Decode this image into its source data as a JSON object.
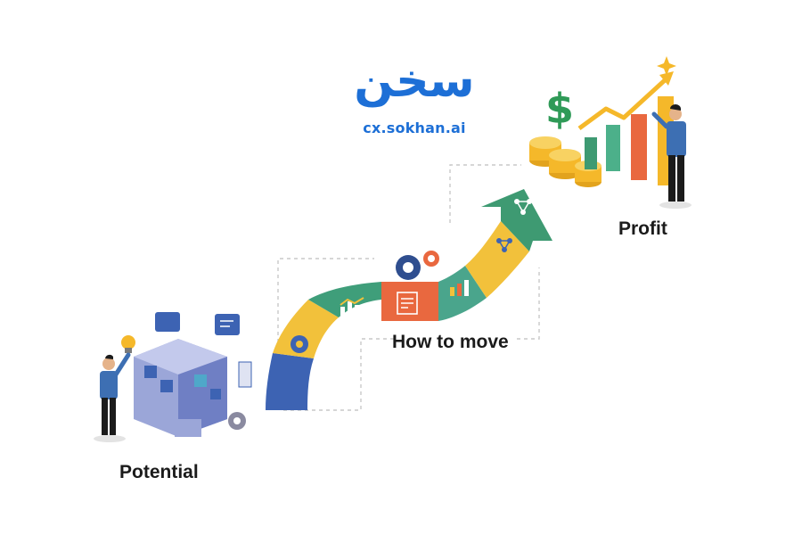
{
  "brand": {
    "logo_glyph": "سخن",
    "url": "cx.sokhan.ai",
    "color": "#1d6fd6"
  },
  "stages": {
    "start": "Potential",
    "middle": "How to move",
    "end": "Profit"
  },
  "colors": {
    "path_blue": "#3d63b3",
    "path_yellow": "#f2c13b",
    "path_green": "#3f9e7a",
    "path_orange": "#e9683f",
    "path_teal": "#4aa58c",
    "arrow_green": "#3e9a72",
    "accent_gold": "#f5b82a"
  },
  "icons": [
    "lightbulb-icon",
    "chat-bubble-icon",
    "document-icon",
    "ai-brain-icon",
    "gear-icon",
    "bar-chart-icon",
    "dollar-sign-icon",
    "coin-stack-icon",
    "network-icon",
    "star-icon",
    "growth-chart-icon"
  ]
}
